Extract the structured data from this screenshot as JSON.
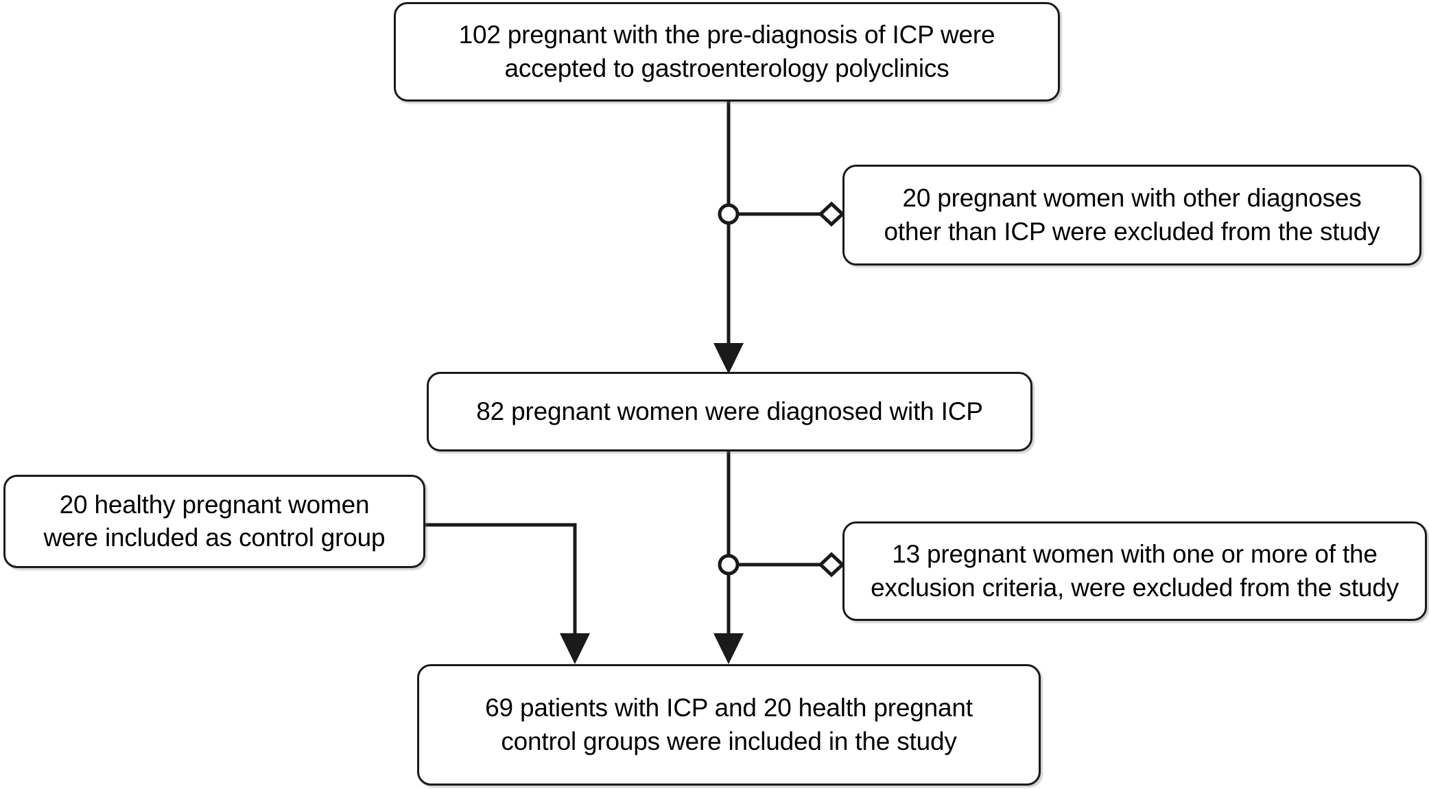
{
  "diagram": {
    "type": "flowchart",
    "title": "Study participant flow diagram",
    "colors": {
      "stroke": "#1a1a1a",
      "fill": "#ffffff",
      "text": "#000000"
    },
    "nodes": [
      {
        "id": "pre-diagnosis",
        "count": 102,
        "text": "102 pregnant with the pre-diagnosis of ICP were\naccepted to gastroenterology polyclinics"
      },
      {
        "id": "other-diagnoses",
        "count": 20,
        "text": "20 pregnant women with other diagnoses\nother than ICP were excluded from the study"
      },
      {
        "id": "diagnosed-icp",
        "count": 82,
        "text": "82 pregnant women were diagnosed with ICP"
      },
      {
        "id": "control-group",
        "count": 20,
        "text": "20 healthy pregnant women\nwere included as control group"
      },
      {
        "id": "exclusion",
        "count": 13,
        "text": "13 pregnant women with one or more of the\nexclusion criteria, were excluded from the study"
      },
      {
        "id": "final-study",
        "count": 69,
        "text": "69 patients with ICP and 20 health pregnant\ncontrol groups were included in the study"
      }
    ],
    "edges": [
      {
        "id": "pre-diagnosis-to-diagnosed",
        "from": "pre-diagnosis",
        "to": "diagnosed-icp",
        "marker": "arrow"
      },
      {
        "id": "pre-diagnosis-to-other-diagnoses",
        "from": "pre-diagnosis",
        "to": "other-diagnoses",
        "marker_start": "circle",
        "marker_end": "diamond"
      },
      {
        "id": "control-group-to-final",
        "from": "control-group",
        "to": "final-study",
        "marker": "arrow",
        "routing": "elbow"
      },
      {
        "id": "diagnosed-to-final",
        "from": "diagnosed-icp",
        "to": "final-study",
        "marker": "arrow"
      },
      {
        "id": "diagnosed-to-exclusion",
        "from": "diagnosed-icp",
        "to": "exclusion",
        "marker_start": "circle",
        "marker_end": "diamond"
      }
    ]
  }
}
